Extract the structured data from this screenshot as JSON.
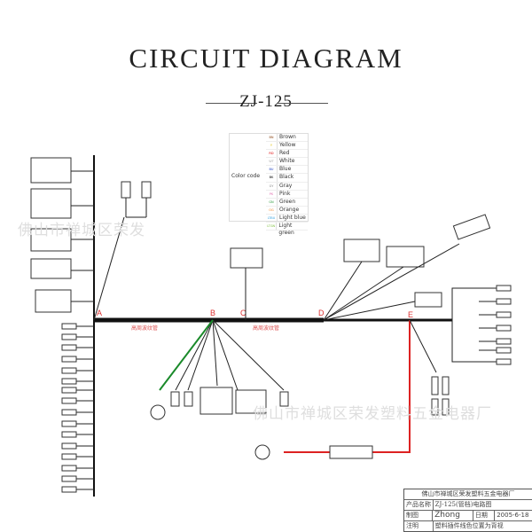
{
  "header": {
    "title": "CIRCUIT DIAGRAM",
    "model": "ZJ-125"
  },
  "legend": {
    "label": "Color code",
    "items": [
      {
        "code": "BN",
        "name": "Brown",
        "color": "#8b4513"
      },
      {
        "code": "Y",
        "name": "Yellow",
        "color": "#e0c000"
      },
      {
        "code": "RD",
        "name": "Red",
        "color": "#d00"
      },
      {
        "code": "WT",
        "name": "White",
        "color": "#aaa"
      },
      {
        "code": "BU",
        "name": "Blue",
        "color": "#2040c0"
      },
      {
        "code": "BK",
        "name": "Black",
        "color": "#000"
      },
      {
        "code": "GY",
        "name": "Gray",
        "color": "#888"
      },
      {
        "code": "PK",
        "name": "Pink",
        "color": "#e070b0"
      },
      {
        "code": "GN",
        "name": "Green",
        "color": "#2a9a3a"
      },
      {
        "code": "OG",
        "name": "Orange",
        "color": "#f08020"
      },
      {
        "code": "LTBU",
        "name": "Light blue",
        "color": "#30a0e0"
      },
      {
        "code": "LTGN",
        "name": "Light green",
        "color": "#80c040"
      }
    ]
  },
  "points": [
    "A",
    "B",
    "C",
    "D",
    "E"
  ],
  "tube_label": "高周波纹管",
  "watermark": "佛山市禅城区荣发塑料五金电器厂",
  "watermark_short": "佛山市禅城区荣发",
  "title_block": {
    "company": "佛山市禅城区荣发塑料五金电器厂",
    "product_label": "产品名称",
    "product": "ZJ-125(管档)电路图",
    "drawn_label": "制图",
    "drawn": "Zhong",
    "date_label": "日期",
    "date": "2005-6-18",
    "note_label": "注明",
    "note": "塑料插件线色位置为背视"
  }
}
